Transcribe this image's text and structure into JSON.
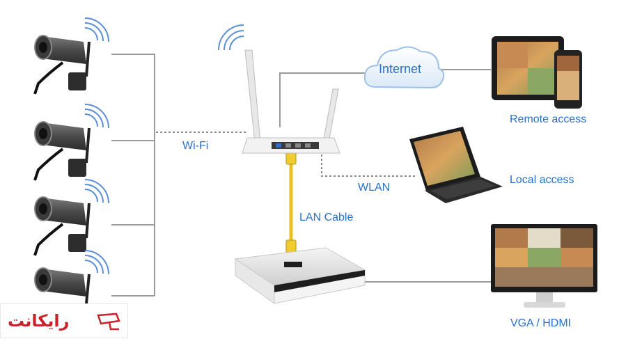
{
  "labels": {
    "internet": "Internet",
    "wifi": "Wi-Fi",
    "wlan": "WLAN",
    "lan_cable": "LAN Cable",
    "remote_access": "Remote access",
    "local_access": "Local access",
    "vga_hdmi": "VGA / HDMI"
  },
  "logo": {
    "text": "رایکانت"
  },
  "colors": {
    "label": "#2a6fc9",
    "cable": "#e8c020",
    "line": "#9a9a9a",
    "logo_red": "#c8222b"
  }
}
